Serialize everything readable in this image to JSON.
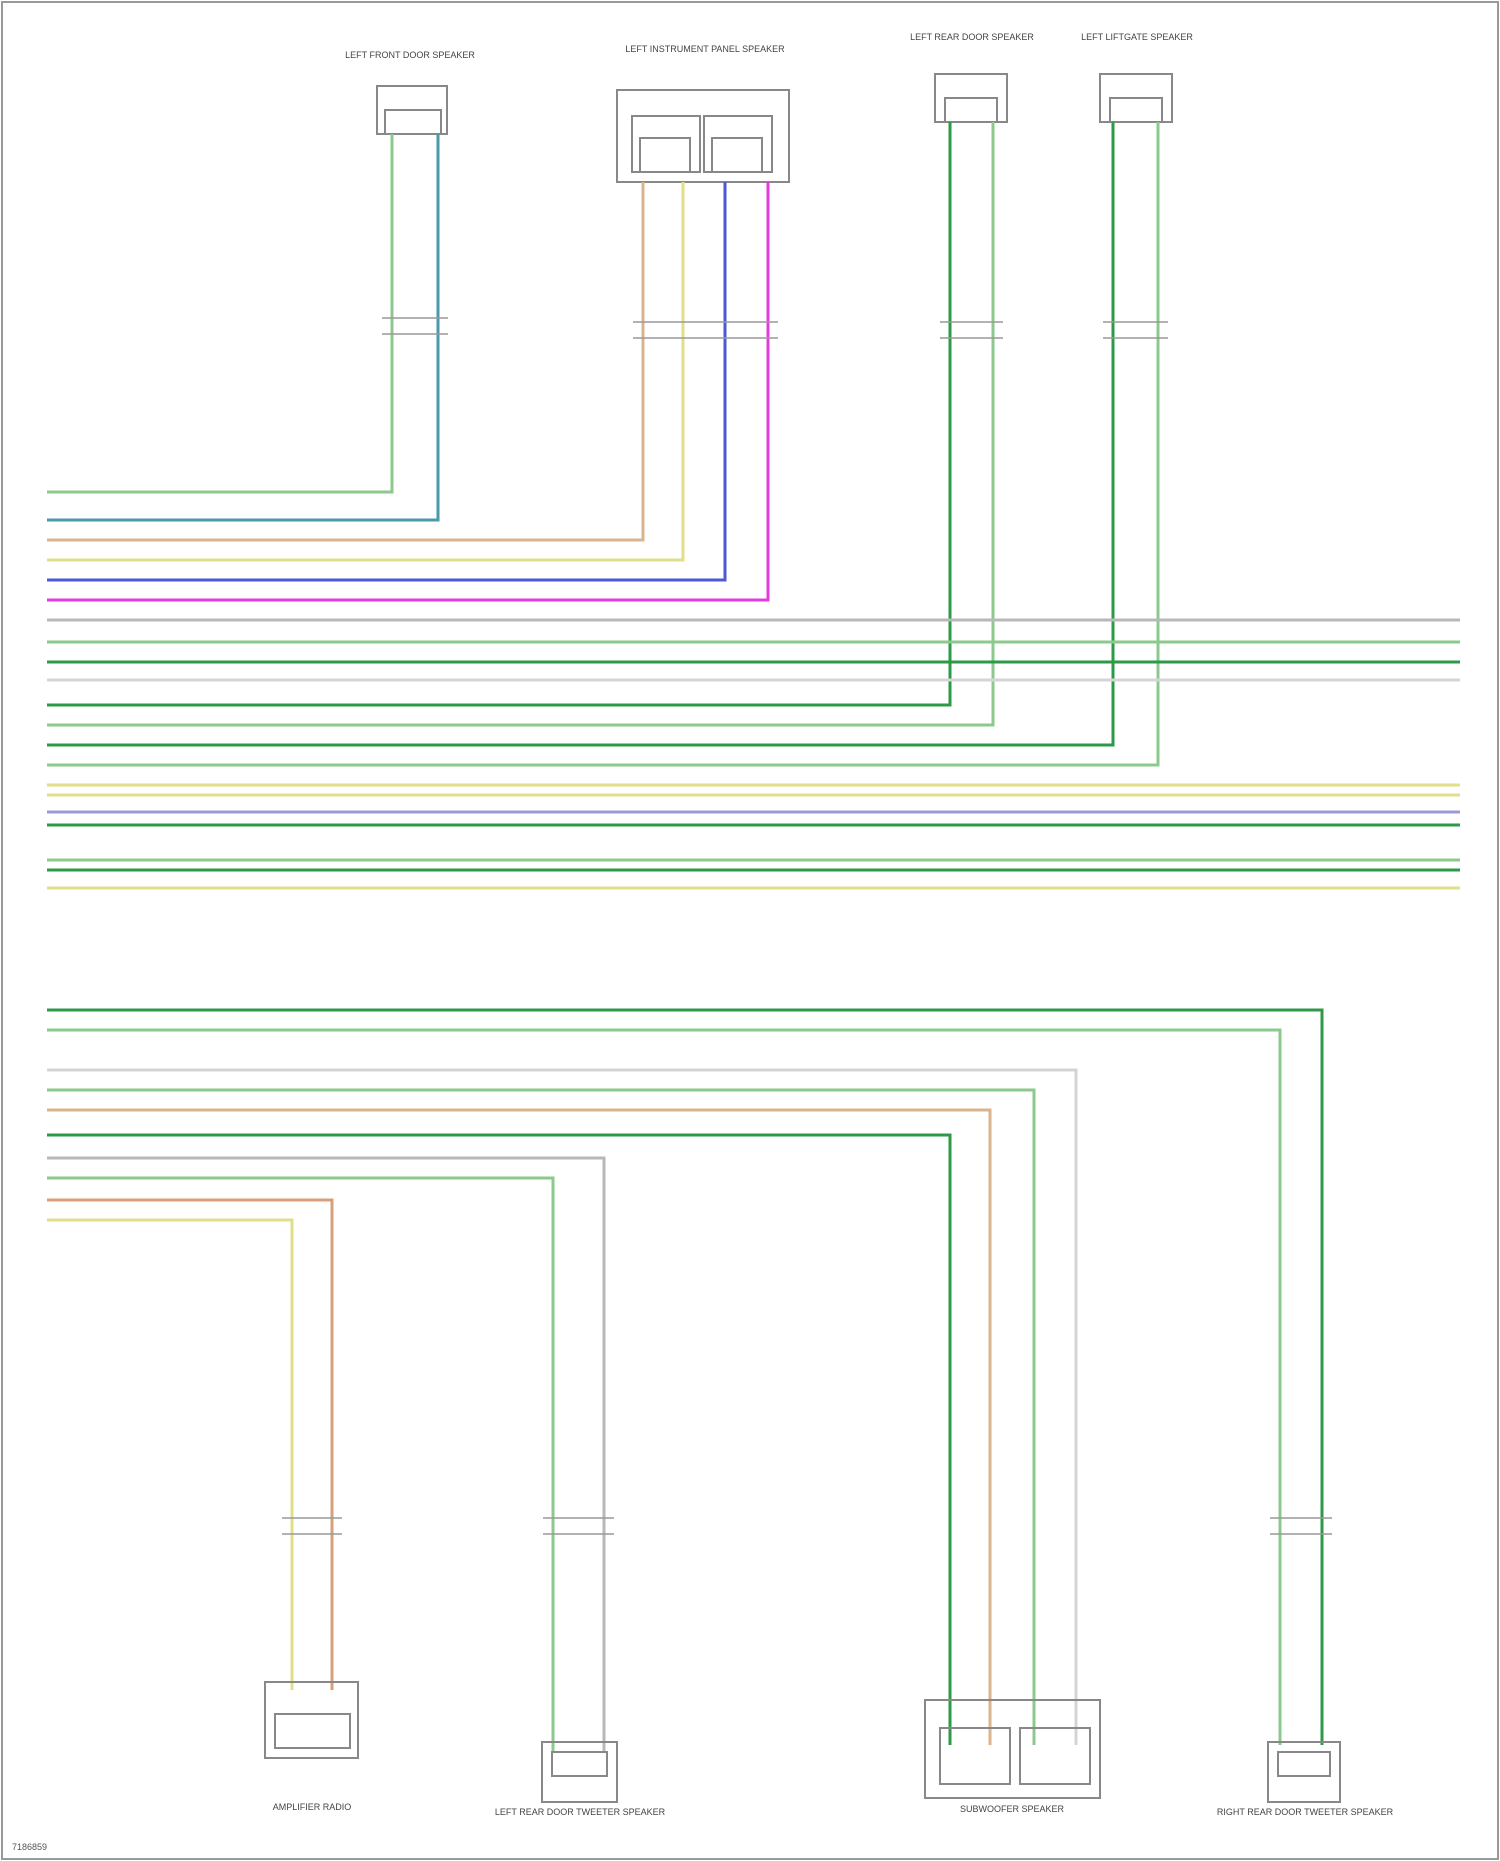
{
  "diagram": {
    "footer_code": "7186859",
    "components": {
      "left_front_door_speaker": "LEFT FRONT DOOR SPEAKER",
      "left_instrument_panel_speaker": "LEFT INSTRUMENT PANEL SPEAKER",
      "left_rear_door_speaker": "LEFT REAR DOOR SPEAKER",
      "left_liftgate_speaker": "LEFT LIFTGATE SPEAKER",
      "amplifier": "AMPLIFIER RADIO",
      "left_rear_door_tweeter": "LEFT REAR DOOR TWEETER SPEAKER",
      "subwoofer": "SUBWOOFER SPEAKER",
      "right_rear_door_tweeter": "RIGHT REAR DOOR TWEETER SPEAKER"
    },
    "colors": {
      "green": "#8cc98c",
      "dark_green": "#2e9a48",
      "teal": "#4a9aa8",
      "tan": "#d9b48c",
      "yellow": "#e2df8a",
      "blue": "#4a5ad6",
      "violet": "#9a9ad8",
      "magenta": "#e33be0",
      "gray": "#b8b8b8",
      "light_gray": "#d4d4d4",
      "orange": "#d7a07a"
    }
  }
}
